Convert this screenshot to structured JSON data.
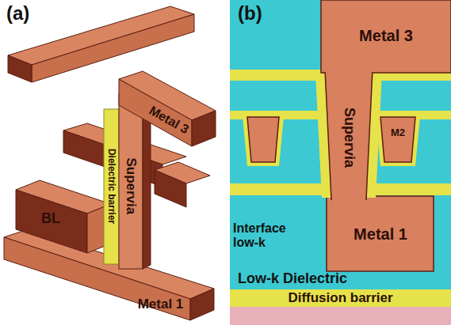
{
  "diagram": {
    "nodes": [
      {
        "text": [
          "Metal 3"
        ]
      },
      {
        "text": [
          "Supervia"
        ]
      },
      {
        "text": [
          "Dielectric barrier"
        ]
      },
      {
        "text": [
          "BL"
        ]
      },
      {
        "text": [
          "Metal 1"
        ]
      },
      {
        "text": [
          "Metal 3"
        ]
      },
      {
        "text": [
          "Supervia"
        ]
      },
      {
        "text": [
          "M2"
        ]
      },
      {
        "text": [
          "Metal 1"
        ]
      },
      {
        "text": [
          "Diffusion barrier"
        ]
      }
    ],
    "labels": [
      "(a)",
      "(b)",
      "Interface low-k",
      "Low-k Dielectric"
    ]
  }
}
